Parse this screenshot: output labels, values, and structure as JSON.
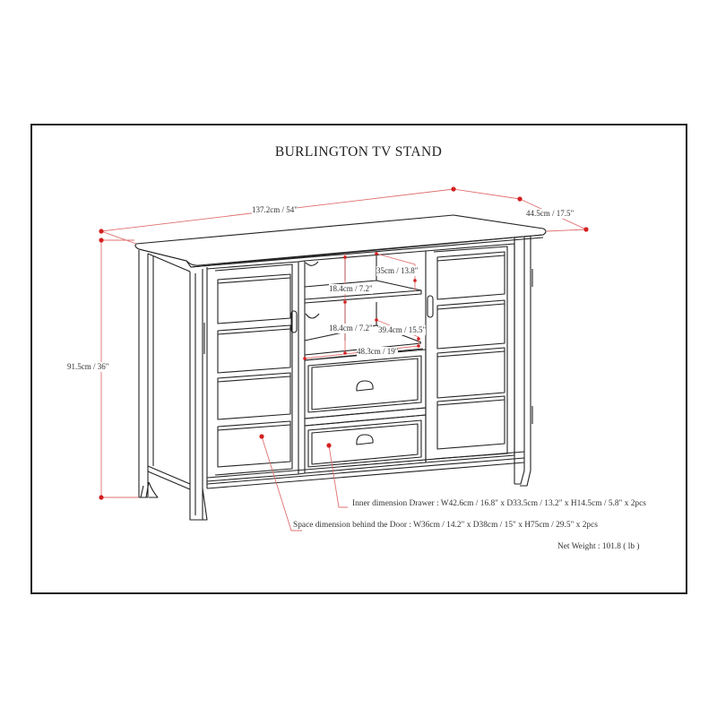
{
  "title": "BURLINGTON TV STAND",
  "dimensions": {
    "width": "137.2cm / 54\"",
    "depth": "44.5cm / 17.5\"",
    "height": "91.5cm / 36\"",
    "top_shelf_depth": "35cm / 13.8\"",
    "top_opening_height": "18.4cm / 7.2\"",
    "lower_opening_height": "18.4cm / 7.2\"",
    "lower_shelf_depth": "39.4cm / 15.5\"",
    "opening_width": "48.3cm / 19\""
  },
  "notes": {
    "drawer": "Inner dimension Drawer : W42.6cm / 16.8\" x D33.5cm / 13.2\" x H14.5cm / 5.8\" x 2pcs",
    "door": "Space dimension behind the Door  : W36cm / 14.2\" x D38cm / 15\" x H75cm / 29.5\" x 2pcs",
    "weight": "Net Weight : 101.8 ( lb )"
  },
  "colors": {
    "dimension_line": "#e07070",
    "dimension_dot": "#d42020",
    "outline": "#222222"
  }
}
